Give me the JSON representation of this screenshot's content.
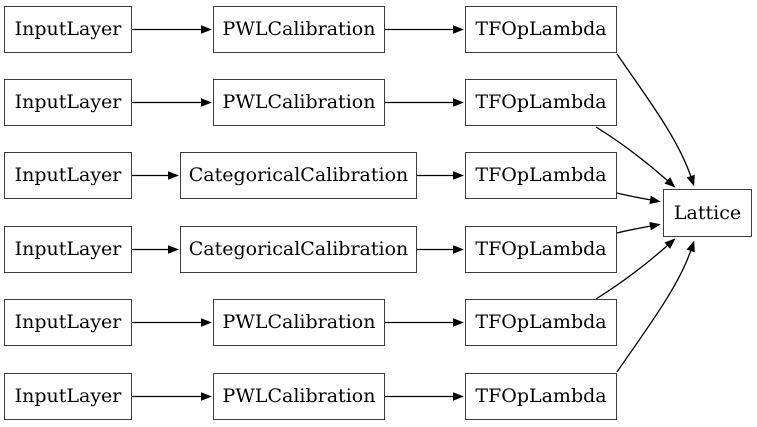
{
  "canvas": {
    "background": "#ffffff",
    "node_fill": "#ffffff",
    "node_border": "#3c3c3c",
    "edge_color": "#000000",
    "text_color": "#000000"
  },
  "diagram": {
    "type": "keras-model-graph",
    "rows": [
      {
        "input": "InputLayer",
        "calibration": "PWLCalibration",
        "op": "TFOpLambda"
      },
      {
        "input": "InputLayer",
        "calibration": "PWLCalibration",
        "op": "TFOpLambda"
      },
      {
        "input": "InputLayer",
        "calibration": "CategoricalCalibration",
        "op": "TFOpLambda"
      },
      {
        "input": "InputLayer",
        "calibration": "CategoricalCalibration",
        "op": "TFOpLambda"
      },
      {
        "input": "InputLayer",
        "calibration": "PWLCalibration",
        "op": "TFOpLambda"
      },
      {
        "input": "InputLayer",
        "calibration": "PWLCalibration",
        "op": "TFOpLambda"
      }
    ],
    "output_node": "Lattice"
  }
}
